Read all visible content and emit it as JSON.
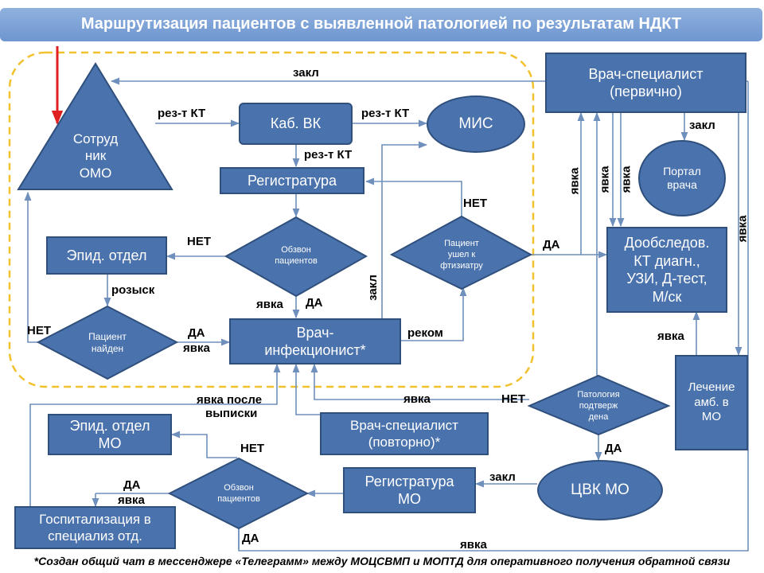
{
  "title": "Маршрутизация пациентов с выявленной  патологией по результатам НДКТ",
  "nodes": {
    "omo": [
      "Сотруд",
      "ник",
      "ОМО"
    ],
    "kab_vk": "Каб. ВК",
    "mis": "МИС",
    "registratura": "Регистратура",
    "obzvon1": [
      "Обзвон",
      "пациентов"
    ],
    "epid": "Эпид. отдел",
    "naiden": [
      "Пациент",
      "найден"
    ],
    "infektsionist": [
      "Врач-",
      "инфекционист*"
    ],
    "ftiziatr": [
      "Пациент",
      "ушел к",
      "фтизиатру"
    ],
    "specialist1": [
      "Врач-специалист",
      "(первично)"
    ],
    "portal": [
      "Портал",
      "врача"
    ],
    "doobsled": [
      "Дообследов.",
      "КТ диагн.,",
      "УЗИ, Д-тест,",
      "М/ск"
    ],
    "lechenie": [
      "Лечение",
      "амб. в",
      "МО"
    ],
    "patologia": [
      "Патология",
      "подтверж",
      "дена"
    ],
    "specialist2": [
      "Врач-специалист",
      "(повторно)*"
    ],
    "epid_mo": [
      "Эпид. отдел",
      "МО"
    ],
    "registratura_mo": [
      "Регистратура",
      "МО"
    ],
    "cvk": "ЦВК МО",
    "obzvon2": [
      "Обзвон",
      "пациентов"
    ],
    "gospital": [
      "Госпитализация в",
      "специализ отд."
    ]
  },
  "labels": {
    "zakl_top": "закл",
    "rez_kt_1": "рез-т КТ",
    "rez_kt_2": "рез-т КТ",
    "rez_kt_3": "рез-т КТ",
    "zakl_portal": "закл",
    "net_ftiz": "НЕТ",
    "da_ftiz": "ДА",
    "net_epid": "НЕТ",
    "rozysk": "розыск",
    "yavka_obz1": "явка",
    "da_obz1": "ДА",
    "zakl_vert": "закл",
    "rekom": "реком",
    "net_naiden": "НЕТ",
    "da_naiden": "ДА",
    "yavka_naiden": "явка",
    "yavka_v1": "явка",
    "yavka_v2": "явка",
    "yavka_v3": "явка",
    "yavka_v4": "явка",
    "yavka_lech": "явка",
    "yavka_posle_1": "явка после",
    "yavka_posle_2": "выписки",
    "yavka_mid": "явка",
    "net_pat": "НЕТ",
    "da_pat": "ДА",
    "zakl_cvk": "закл",
    "net_obz2": "НЕТ",
    "da_obz2": "ДА",
    "yavka_obz2": "явка",
    "da_bottom": "ДА",
    "yavka_bottom": "явка"
  },
  "footnote": "*Создан общий чат в мессенджере «Телеграмм» между МОЦСВМП и МОПТД для оперативного получения обратной связи",
  "colors": {
    "node_fill": "#4a72ad",
    "node_border": "#2f4f7c",
    "connector": "#6f8fbd",
    "dashed_region": "#f2c12e",
    "start_arrow": "#e02020",
    "header": "#7ea3d8"
  }
}
